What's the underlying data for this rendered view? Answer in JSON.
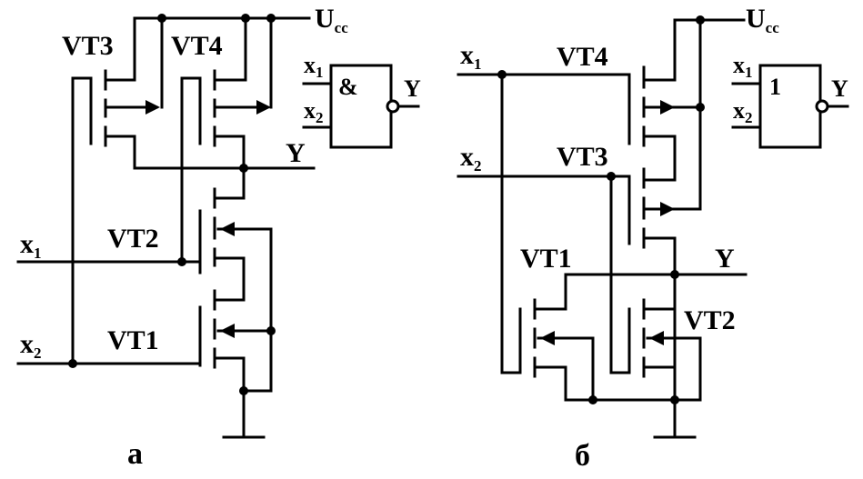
{
  "diagram_a": {
    "supply": {
      "main": "U",
      "sub": "cc"
    },
    "output_label": "Y",
    "transistors": [
      "VT1",
      "VT2",
      "VT3",
      "VT4"
    ],
    "inputs": [
      {
        "main": "x",
        "sub": "1"
      },
      {
        "main": "x",
        "sub": "2"
      }
    ],
    "symbol": {
      "function": "&",
      "inputs": [
        {
          "main": "x",
          "sub": "1"
        },
        {
          "main": "x",
          "sub": "2"
        }
      ],
      "output": "Y"
    },
    "caption": "а"
  },
  "diagram_b": {
    "supply": {
      "main": "U",
      "sub": "cc"
    },
    "output_label": "Y",
    "transistors": [
      "VT1",
      "VT2",
      "VT3",
      "VT4"
    ],
    "inputs": [
      {
        "main": "x",
        "sub": "1"
      },
      {
        "main": "x",
        "sub": "2"
      }
    ],
    "symbol": {
      "function": "1",
      "inputs": [
        {
          "main": "x",
          "sub": "1"
        },
        {
          "main": "x",
          "sub": "2"
        }
      ],
      "output": "Y"
    },
    "caption": "б"
  }
}
